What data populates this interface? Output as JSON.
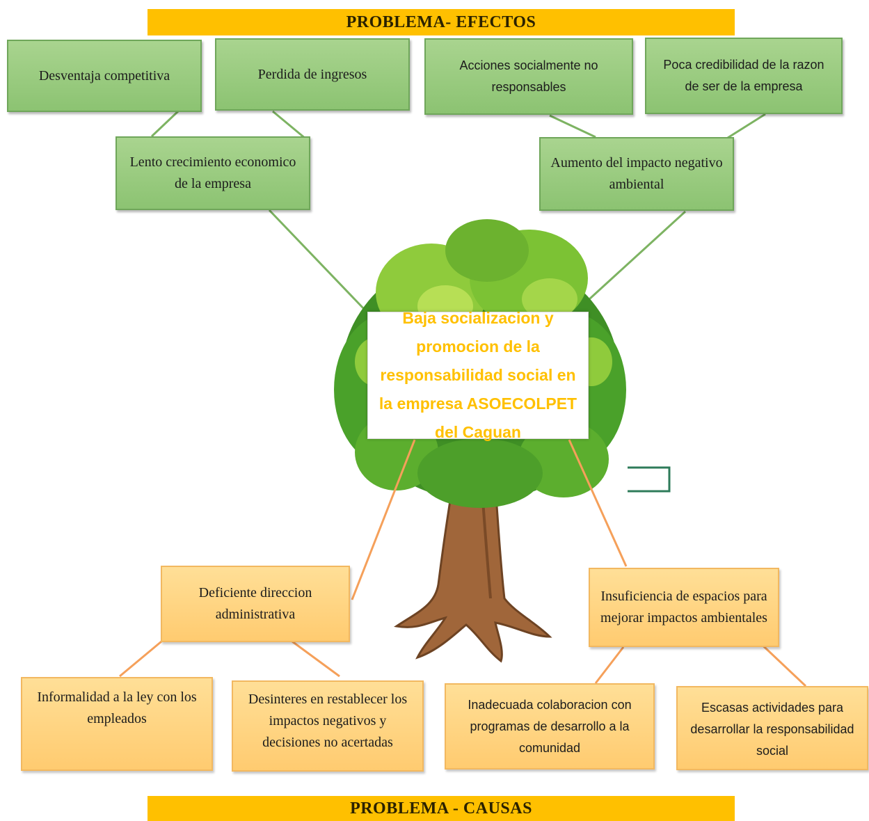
{
  "header": {
    "title": "PROBLEMA- EFECTOS"
  },
  "footer": {
    "title": "PROBLEMA - CAUSAS"
  },
  "core_problem": "Baja socializacion y promocion de la responsabilidad social en la empresa ASOECOLPET del Caguan",
  "effects": {
    "secondary": [
      "Desventaja competitiva",
      "Perdida de ingresos",
      "Acciones socialmente no responsables",
      "Poca credibilidad de la razon de ser de la empresa"
    ],
    "primary": [
      "Lento crecimiento economico de la empresa",
      "Aumento del impacto negativo ambiental"
    ]
  },
  "causes": {
    "primary": [
      "Deficiente direccion administrativa",
      "Insuficiencia de espacios para mejorar impactos ambientales"
    ],
    "secondary": [
      "Informalidad a la ley con los empleados",
      "Desinteres en restablecer los impactos negativos y decisiones no acertadas",
      "Inadecuada colaboracion con programas de desarrollo a la comunidad",
      "Escasas actividades para desarrollar la responsabilidad social"
    ]
  },
  "colors": {
    "banner": "#ffc000",
    "effect_box": "#9fce85",
    "cause_box": "#ffd37f",
    "effect_line": "#7db362",
    "cause_line": "#f5a05a",
    "core_text": "#ffc000"
  }
}
